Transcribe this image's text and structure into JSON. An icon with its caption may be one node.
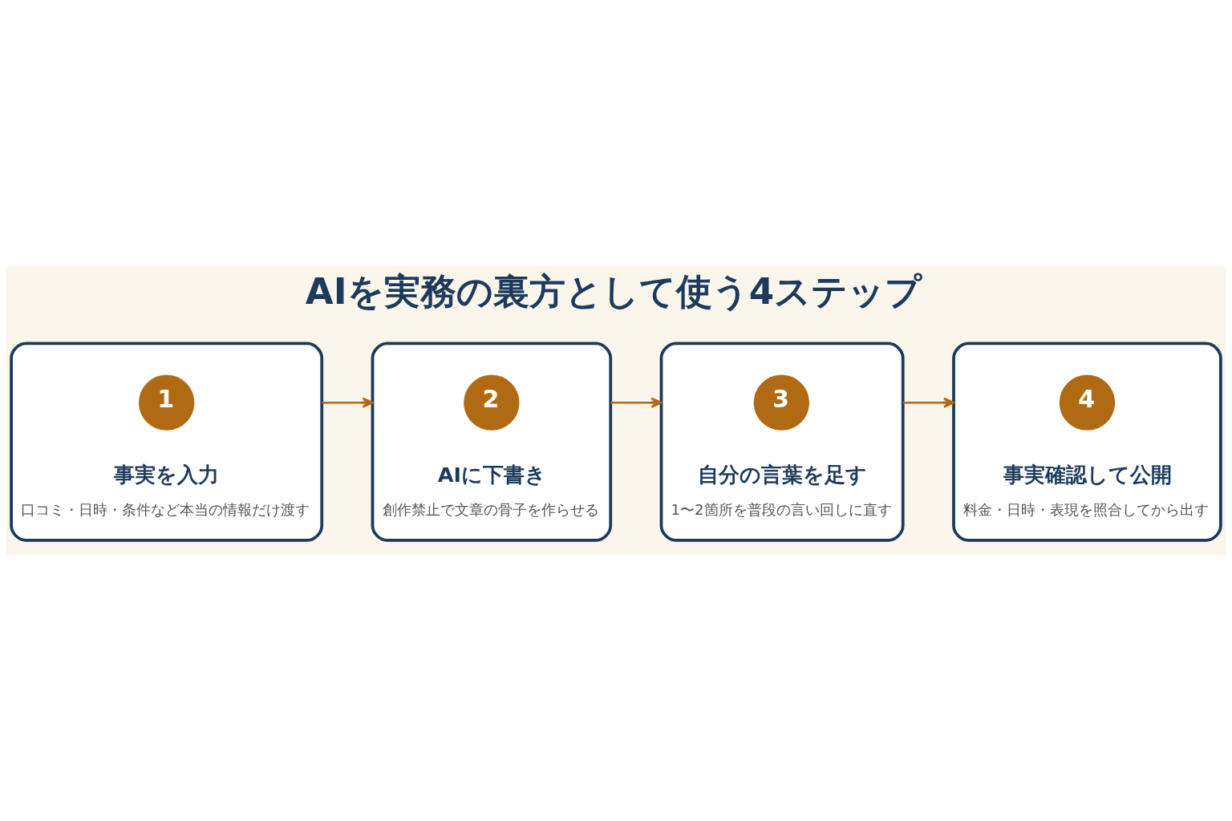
{
  "diagram": {
    "title": "AIを実務の裏方として使う4ステップ",
    "nodes": [
      {
        "text": [
          "事実を入力",
          "口コミ・日時・条件など本当の情報だけ渡す"
        ]
      },
      {
        "text": [
          "1"
        ],
        "in": 0
      },
      {
        "text": [
          "AIに下書き",
          "創作禁止で文章の骨子を作らせる"
        ]
      },
      {
        "text": [
          "2"
        ],
        "in": 2
      },
      {
        "text": [
          "自分の言葉を足す",
          "1〜2箇所を普段の言い回しに直す"
        ]
      },
      {
        "text": [
          "3"
        ],
        "in": 4
      },
      {
        "text": [
          "事実確認して公開",
          "料金・日時・表現を照合してから出す"
        ]
      },
      {
        "text": [
          "4"
        ],
        "in": 6
      }
    ],
    "edges": [
      {
        "from": 0,
        "to": 2,
        "arrow": "to"
      },
      {
        "from": 2,
        "to": 4,
        "arrow": "to"
      },
      {
        "from": 4,
        "to": 6,
        "arrow": "to"
      }
    ]
  }
}
